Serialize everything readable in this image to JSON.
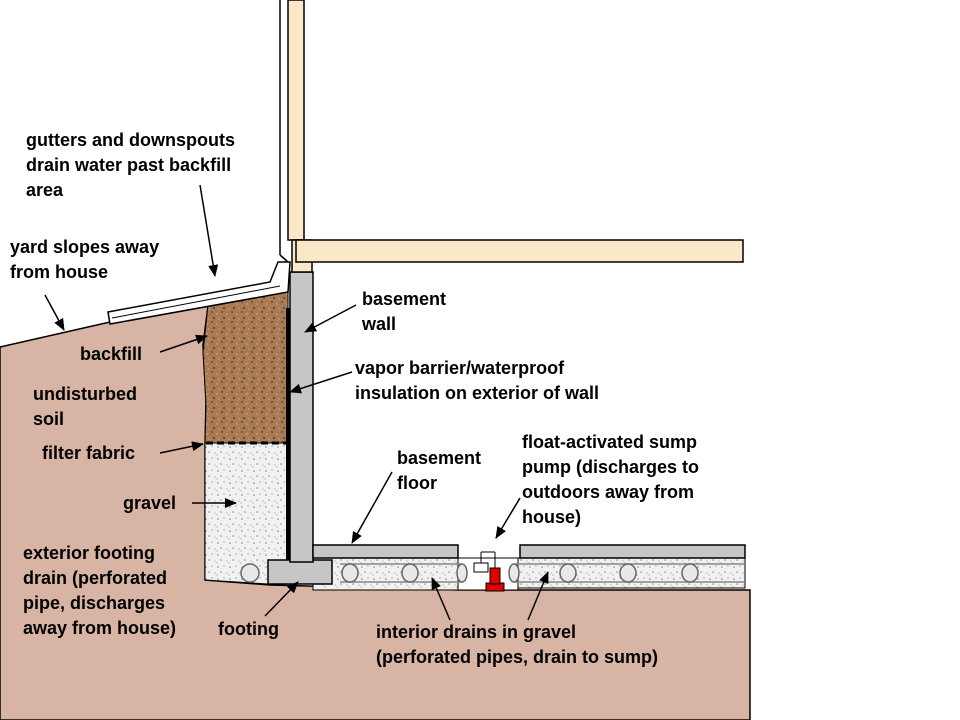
{
  "colors": {
    "soil": "#d8b4a4",
    "backfill": "#a87b55",
    "gravel": "#f1f1f1",
    "wood": "#fbe8c7",
    "concrete": "#c6c6c6",
    "sump_pump": "#e00000",
    "outline": "#000000"
  },
  "labels": {
    "gutters": [
      "gutters and downspouts",
      "drain water past backfill",
      "area"
    ],
    "yard": [
      "yard slopes away",
      "from house"
    ],
    "backfill": [
      "backfill"
    ],
    "undisturbed": [
      "undisturbed",
      "soil"
    ],
    "filter": [
      "filter fabric"
    ],
    "gravel": [
      "gravel"
    ],
    "ext_drain": [
      "exterior footing",
      "drain (perforated",
      "pipe, discharges",
      "away from house)"
    ],
    "footing": [
      "footing"
    ],
    "wall": [
      "basement",
      "wall"
    ],
    "vapor": [
      "vapor barrier/waterproof",
      "insulation on exterior of wall"
    ],
    "floor": [
      "basement",
      "floor"
    ],
    "sump": [
      "float-activated sump",
      "pump (discharges to",
      "outdoors away from",
      "house)"
    ],
    "interior": [
      "interior drains in gravel",
      "(perforated pipes, drain to sump)"
    ]
  }
}
